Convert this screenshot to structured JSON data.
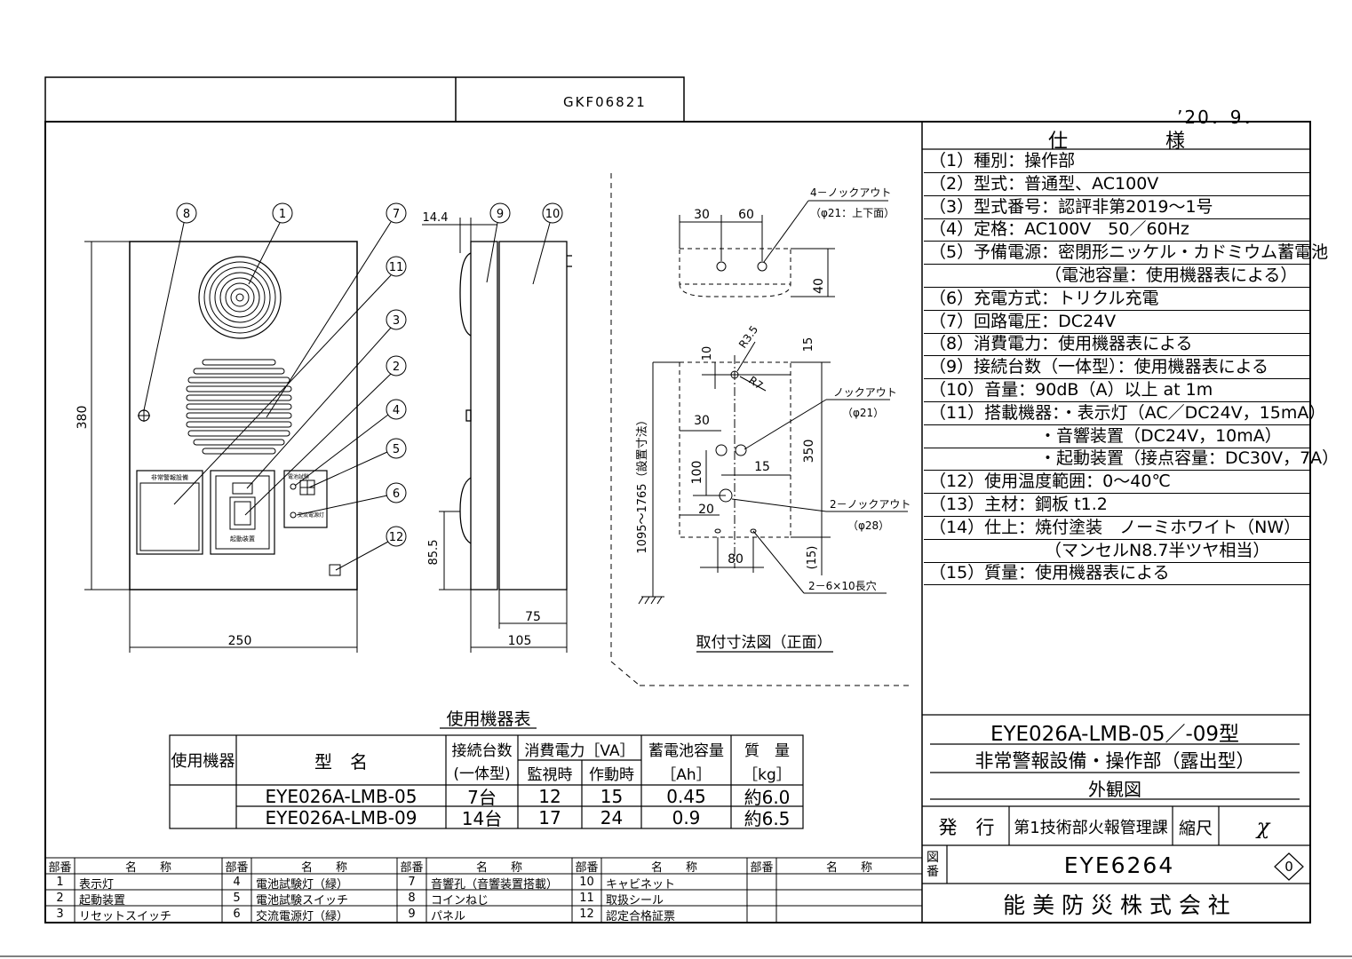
{
  "drawing_ref": "GKF06821",
  "date": "’20．9．",
  "spec": {
    "title": "仕　　　　　様",
    "rows": [
      "（1）種別：操作部",
      "（2）型式：普通型、AC100V",
      "（3）型式番号：認評非第2019～1号",
      "（4）定格：AC100V　50／60Hz",
      "（5）予備電源：密閉形ニッケル・カドミウム蓄電池",
      "（電池容量：使用機器表による）",
      "（6）充電方式：トリクル充電",
      "（7）回路電圧：DC24V",
      "（8）消費電力：使用機器表による",
      "（9）接続台数（一体型）：使用機器表による",
      "（10）音量：90dB（A）以上 at 1m",
      "（11）搭載機器：・表示灯（AC／DC24V，15mA）",
      "・音響装置（DC24V，10mA）",
      "・起動装置（接点容量：DC30V，7A）",
      "（12）使用温度範囲：0～40℃",
      "（13）主材：鋼板 t1.2",
      "（14）仕上：焼付塗装　ノーミホワイト（NW）",
      "（マンセルN8.7半ツヤ相当）",
      "（15）質量：使用機器表による"
    ]
  },
  "title_block": {
    "model": "EYE026A-LMB-05／-09型",
    "name": "非常警報設備・操作部（露出型）",
    "view": "外観図",
    "issuer_label": "発　行",
    "issuer": "第1技術部火報管理課",
    "scale_label": "縮尺",
    "scale": "χ",
    "drawing_no_label": "図番",
    "drawing_no": "EYE6264",
    "rev": "0",
    "company": "能 美 防 災 株 式 会 社"
  },
  "equipment_table": {
    "title": "使用機器表",
    "headers": {
      "device": "使用機器",
      "model": "型　名",
      "connections": "接続台数",
      "connections_sub": "(一体型)",
      "power": "消費電力［VA］",
      "power_monitor": "監視時",
      "power_active": "作動時",
      "battery": "蓄電池容量",
      "battery_unit": "［Ah］",
      "mass": "質　量",
      "mass_unit": "［kg］"
    },
    "rows": [
      {
        "model": "EYE026A-LMB-05",
        "connections": "7台",
        "monitor": "12",
        "active": "15",
        "battery": "0.45",
        "mass": "約6.0"
      },
      {
        "model": "EYE026A-LMB-09",
        "connections": "14台",
        "monitor": "17",
        "active": "24",
        "battery": "0.9",
        "mass": "約6.5"
      }
    ]
  },
  "parts": {
    "no_header": "部番",
    "name_header": "名　　称",
    "items": [
      {
        "no": "1",
        "name": "表示灯"
      },
      {
        "no": "2",
        "name": "起動装置"
      },
      {
        "no": "3",
        "name": "リセットスイッチ"
      },
      {
        "no": "4",
        "name": "電池試験灯（緑）"
      },
      {
        "no": "5",
        "name": "電池試験スイッチ"
      },
      {
        "no": "6",
        "name": "交流電源灯（緑）"
      },
      {
        "no": "7",
        "name": "音響孔（音響装置搭載）"
      },
      {
        "no": "8",
        "name": "コインねじ"
      },
      {
        "no": "9",
        "name": "パネル"
      },
      {
        "no": "10",
        "name": "キャビネット"
      },
      {
        "no": "11",
        "name": "取扱シール"
      },
      {
        "no": "12",
        "name": "認定合格証票"
      }
    ]
  },
  "drawing": {
    "front_width": "250",
    "front_height": "380",
    "side_depth_total": "105",
    "side_depth_cabinet": "75",
    "side_offset_top": "14.4",
    "side_height_low": "85.5",
    "balloons": [
      "8",
      "1",
      "7",
      "11",
      "3",
      "2",
      "4",
      "5",
      "6",
      "12",
      "9",
      "10"
    ],
    "front_labels": {
      "panel_label": "非常警報設備",
      "test_label": "電池試験",
      "ac_label": "交流電源灯",
      "start_label": "起動装置"
    },
    "mount_title": "取付寸法図（正面）",
    "knock_top_label": "4－ノックアウト",
    "knock_top_sub": "（φ21：上下面）",
    "knock_mid_label": "ノックアウト",
    "knock_mid_sub": "（φ21）",
    "knock_low_label": "2－ノックアウト",
    "knock_low_sub": "（φ28）",
    "slot_label": "2－6×10長穴",
    "install_height": "1095～1765（設置寸法）",
    "dims_top": [
      "30",
      "60",
      "40"
    ],
    "dims_mount": [
      "10",
      "15",
      "30",
      "350",
      "15",
      "100",
      "20",
      "80",
      "(15)"
    ],
    "radius1": "R3.5",
    "radius2": "R7"
  }
}
